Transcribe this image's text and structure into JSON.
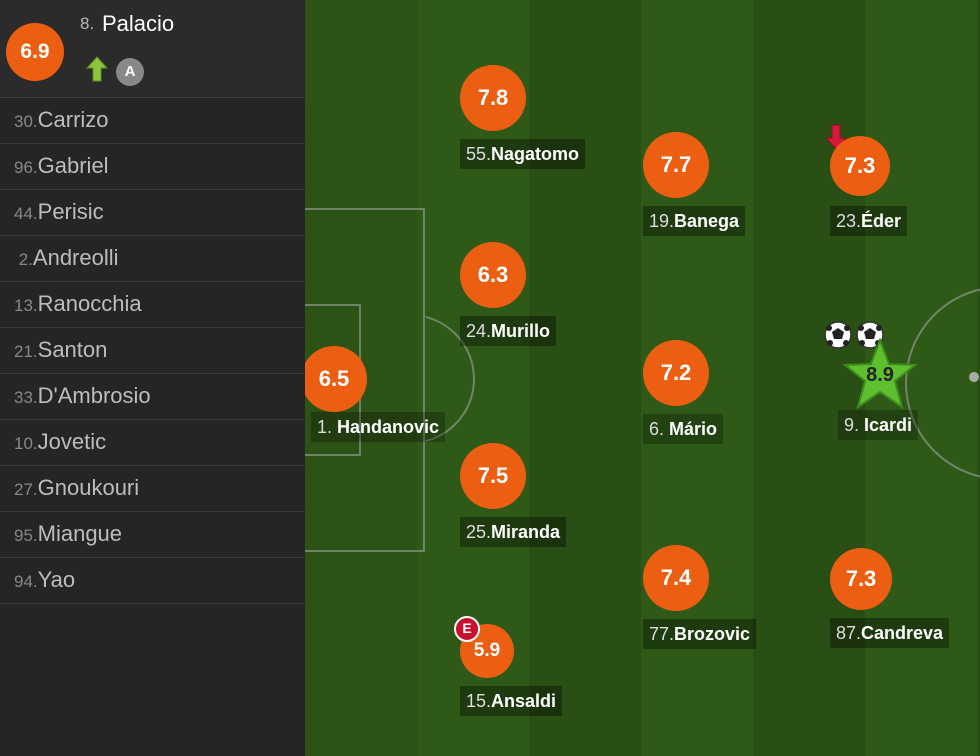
{
  "subs": {
    "on_player": {
      "rating": "6.9",
      "num": "8.",
      "name": "Palacio",
      "badge": "A",
      "icon": "sub-in-arrow-icon"
    },
    "bench": [
      {
        "num": "30.",
        "name": "Carrizo"
      },
      {
        "num": "96.",
        "name": "Gabriel"
      },
      {
        "num": "44.",
        "name": "Perisic"
      },
      {
        "num": " 2.",
        "name": "Andreolli"
      },
      {
        "num": "13.",
        "name": "Ranocchia"
      },
      {
        "num": "21.",
        "name": "Santon"
      },
      {
        "num": "33.",
        "name": "D'Ambrosio"
      },
      {
        "num": "10.",
        "name": "Jovetic"
      },
      {
        "num": "27.",
        "name": "Gnoukouri"
      },
      {
        "num": "95.",
        "name": "Miangue"
      },
      {
        "num": "94.",
        "name": "Yao"
      }
    ]
  },
  "players": {
    "handanovic": {
      "rating": "6.5",
      "num": "1. ",
      "name": "Handanovic"
    },
    "nagatomo": {
      "rating": "7.8",
      "num": "55.",
      "name": "Nagatomo"
    },
    "murillo": {
      "rating": "6.3",
      "num": "24.",
      "name": "Murillo"
    },
    "miranda": {
      "rating": "7.5",
      "num": "25.",
      "name": "Miranda"
    },
    "ansaldi": {
      "rating": "5.9",
      "num": "15.",
      "name": "Ansaldi",
      "badge": "E"
    },
    "banega": {
      "rating": "7.7",
      "num": "19.",
      "name": "Banega"
    },
    "mario": {
      "rating": "7.2",
      "num": "6. ",
      "name": "Mário"
    },
    "brozovic": {
      "rating": "7.4",
      "num": "77.",
      "name": "Brozovic"
    },
    "eder": {
      "rating": "7.3",
      "num": "23.",
      "name": "Éder",
      "icon": "sub-out-arrow-icon"
    },
    "icardi": {
      "rating": "8.9",
      "num": "9. ",
      "name": "Icardi",
      "icon": "star-icon"
    },
    "candreva": {
      "rating": "7.3",
      "num": "87.",
      "name": "Candreva"
    }
  },
  "colors": {
    "rating_orange": "#ec5f13",
    "star_green": "#5fc02f",
    "pitch_dark": "#2a4f14",
    "pitch_light": "#2f5a17"
  }
}
